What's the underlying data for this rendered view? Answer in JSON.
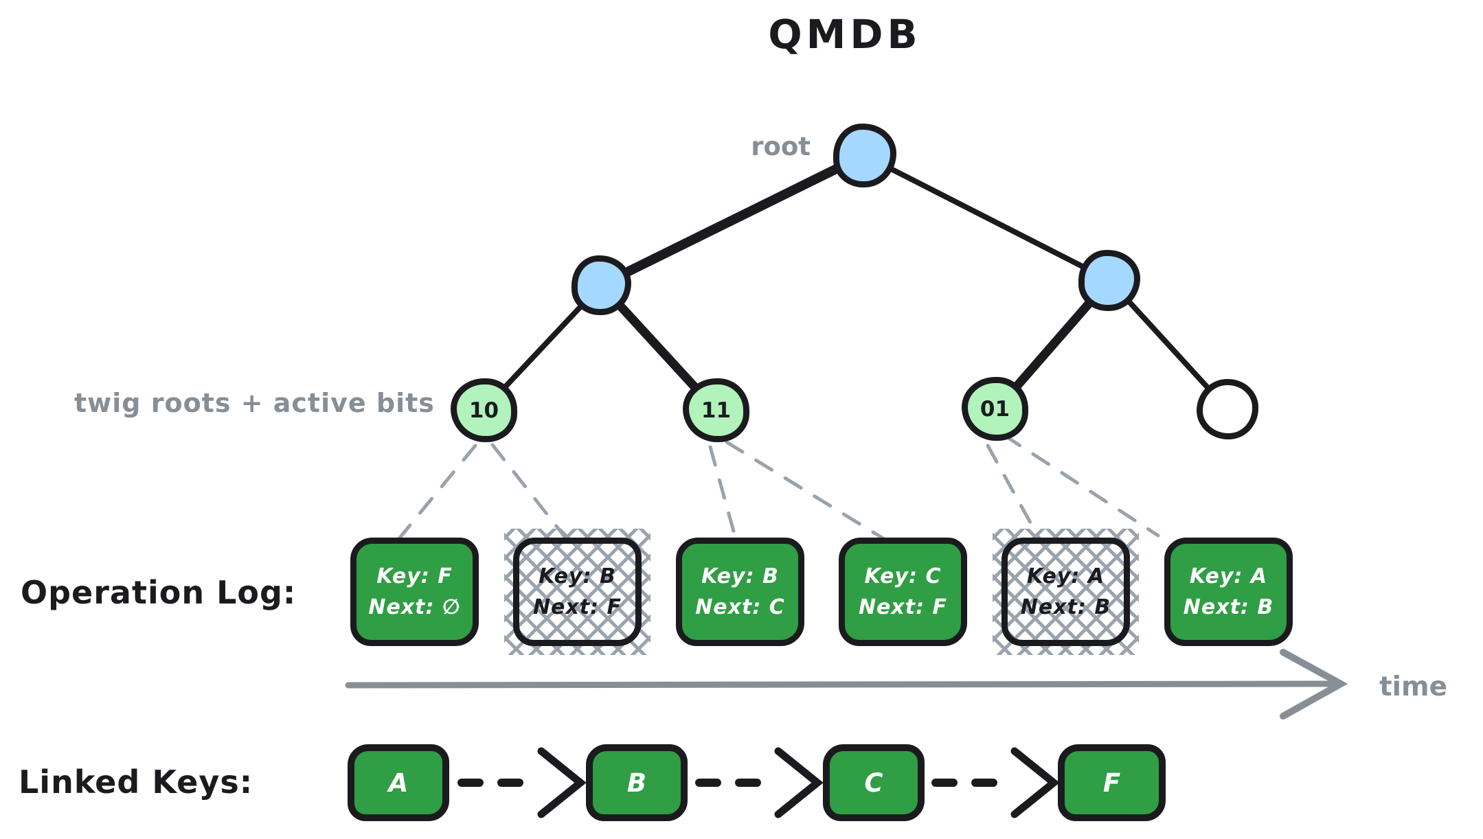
{
  "title": "QMDB",
  "colors": {
    "ink": "#1b1b1f",
    "node_blue": "#a5d8ff",
    "node_green": "#b2f2bb",
    "box_green": "#2f9e44",
    "gray": "#868e96"
  },
  "tree": {
    "root_label": "root",
    "twig_label": "twig roots + active bits",
    "twigs": [
      {
        "label": "10"
      },
      {
        "label": "11"
      },
      {
        "label": "01"
      },
      {
        "label": ""
      }
    ]
  },
  "operation_log": {
    "label": "Operation Log:",
    "entries": [
      {
        "key": "Key: F",
        "next": "Next: ∅",
        "style": "active"
      },
      {
        "key": "Key: B",
        "next": "Next: F",
        "style": "stale"
      },
      {
        "key": "Key: B",
        "next": "Next: C",
        "style": "active"
      },
      {
        "key": "Key: C",
        "next": "Next: F",
        "style": "active"
      },
      {
        "key": "Key: A",
        "next": "Next: B",
        "style": "stale"
      },
      {
        "key": "Key: A",
        "next": "Next: B",
        "style": "active"
      }
    ],
    "time_label": "time"
  },
  "linked_keys": {
    "label": "Linked Keys:",
    "keys": [
      "A",
      "B",
      "C",
      "F"
    ]
  }
}
